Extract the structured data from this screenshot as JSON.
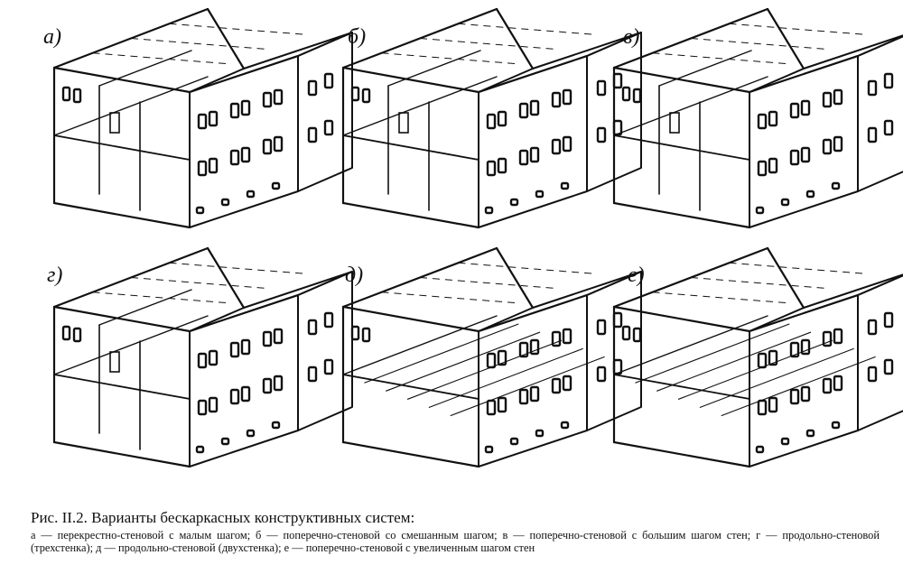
{
  "figure": {
    "panel_labels": [
      "а)",
      "б)",
      "в)",
      "г)",
      "д)",
      "е)"
    ],
    "caption_title": "Рис. II.2. Варианты бескаркасных конструктивных систем:",
    "caption_text": "а — перекрестно-стеновой с малым шагом; б — поперечно-стеновой со смешанным шагом; в — поперечно-стеновой с большим шагом стен; г — продольно-стеновой (трехстенка); д — продольно-стеновой (двухстенка); е — поперечно-стеновой с увеличенным шагом стен"
  },
  "colors": {
    "ink": "#111111",
    "paper": "#ffffff"
  }
}
